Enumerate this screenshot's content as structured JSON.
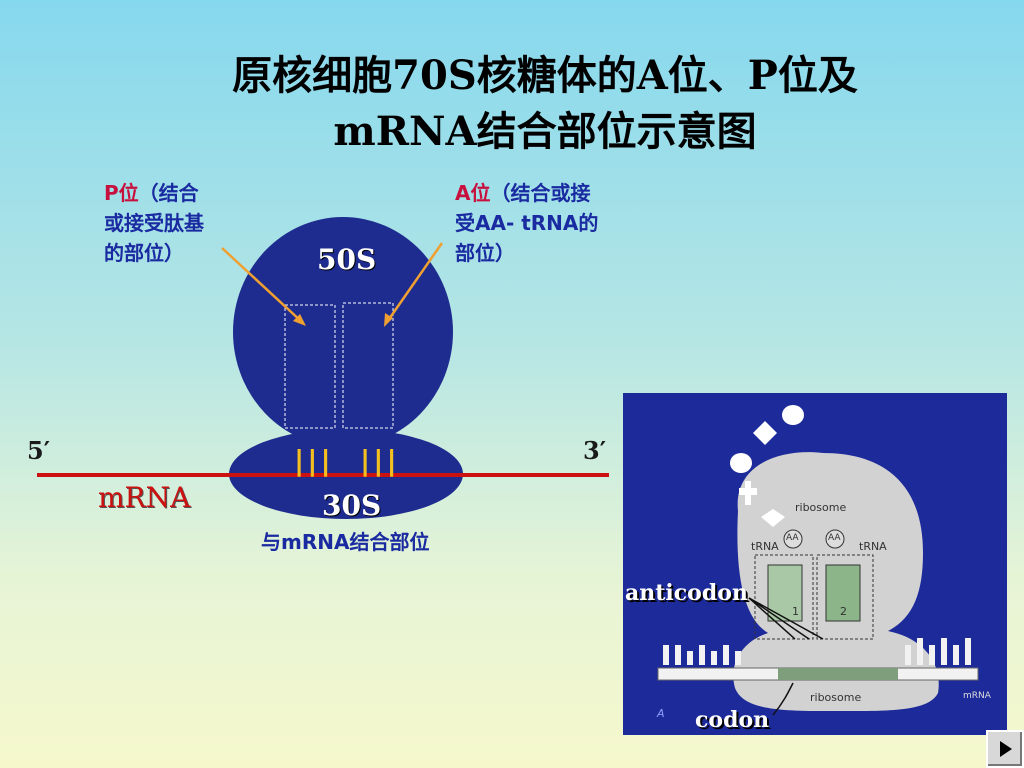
{
  "title": {
    "line1": "原核细胞70S核糖体的A位、P位及",
    "line2": "mRNA结合部位示意图"
  },
  "p_site": {
    "head": "P位",
    "line1": "（结合",
    "line2": "或接受肽基",
    "line3": "的部位）"
  },
  "a_site": {
    "head": "A位",
    "line1": "（结合或接",
    "line2": "受AA- tRNA的",
    "line3": "部位）"
  },
  "subunits": {
    "large": "50S",
    "small": "30S",
    "small_caption": "与mRNA结合部位"
  },
  "mrna": {
    "label": "mRNA",
    "five_prime": "5′",
    "three_prime": "3′",
    "codon_marks": [
      "|||",
      "|||"
    ]
  },
  "inset": {
    "anticodon": "anticodon",
    "codon": "codon",
    "ribosome_top": "ribosome",
    "ribosome_bottom": "ribosome",
    "trna_left": "tRNA",
    "trna_right": "tRNA",
    "aa_left": "AA",
    "aa_right": "AA",
    "site_1": "1",
    "site_2": "2",
    "mrna_tag": "mRNA",
    "panel_letter": "A"
  },
  "colors": {
    "ribosome": "#1e2c8f",
    "mrna_line": "#cc1111",
    "arrow": "#f0a030",
    "codon_marks": "#f4c020",
    "inset_bg": "#1d2a9a"
  }
}
